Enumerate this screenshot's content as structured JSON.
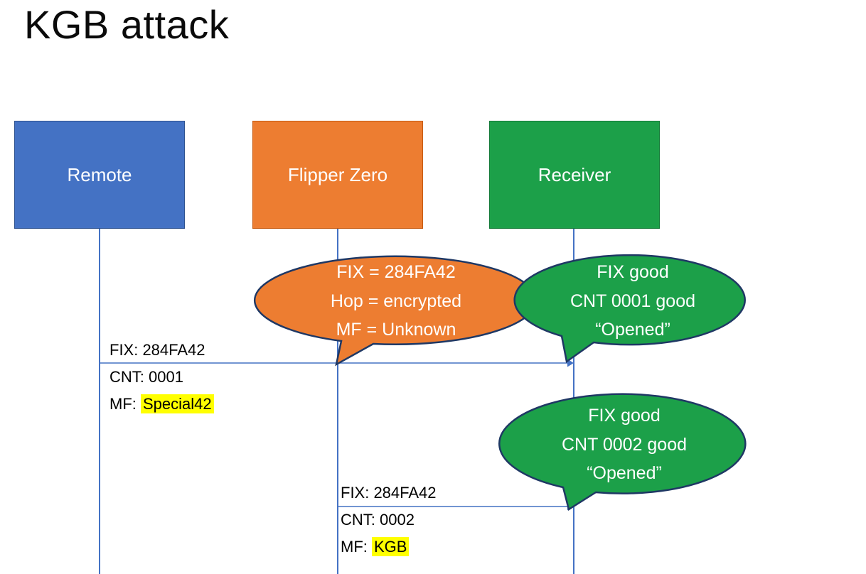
{
  "title": "KGB attack",
  "actors": [
    {
      "label": "Remote"
    },
    {
      "label": "Flipper Zero"
    },
    {
      "label": "Receiver"
    }
  ],
  "bubbles": [
    {
      "line1": "FIX = 284FA42",
      "line2": "Hop = encrypted",
      "line3": "MF = Unknown"
    },
    {
      "line1": "FIX good",
      "line2": "CNT 0001 good",
      "line3": "“Opened”"
    },
    {
      "line1": "FIX good",
      "line2": "CNT 0002 good",
      "line3": "“Opened”"
    }
  ],
  "messages": [
    {
      "above": "FIX: 284FA42",
      "line2": "CNT: 0001",
      "line3_prefix": "MF: ",
      "line3_highlight": "Special42"
    },
    {
      "above": "FIX: 284FA42",
      "line2": "CNT: 0002",
      "line3_prefix": "MF: ",
      "line3_highlight": "KGB"
    }
  ],
  "colors": {
    "remote_fill": "#4472C4",
    "flipper_fill": "#ED7D31",
    "receiver_fill": "#1CA049",
    "bubble_outline": "#1F3864",
    "connector": "#4472C4",
    "highlight": "#FFFF00",
    "text_on_fill": "#FFFFFF",
    "label_text": "#000000"
  }
}
